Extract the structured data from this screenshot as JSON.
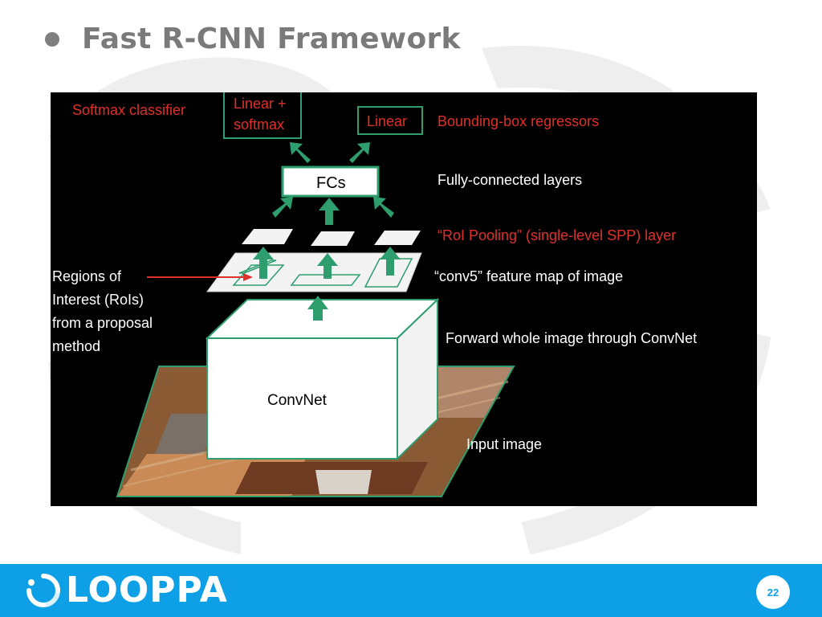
{
  "slide": {
    "title": "Fast R-CNN Framework",
    "page_number": "22"
  },
  "brand": {
    "name": "LOOPPA",
    "color": "#0da0e6"
  },
  "diagram": {
    "colors": {
      "background": "#000000",
      "box_border": "#2e9e6e",
      "arrow": "#2e9e6e",
      "red_label": "#e0302a",
      "white_label": "#ffffff"
    },
    "box_linear_softmax": "Linear +\nsoftmax",
    "box_linear": "Linear",
    "box_fcs": "FCs",
    "box_convnet": "ConvNet",
    "label_softmax": "Softmax classifier",
    "label_bbox": "Bounding-box  regressors",
    "label_fc": "Fully-connected layers",
    "label_roi": "“RoI Pooling”  (single-level SPP) layer",
    "label_conv5": "“conv5” feature map of image",
    "label_forward": "Forward whole image through ConvNet",
    "label_input": "Input image",
    "label_regions": "Regions of\nInterest (RoIs)\nfrom a proposal\nmethod"
  }
}
